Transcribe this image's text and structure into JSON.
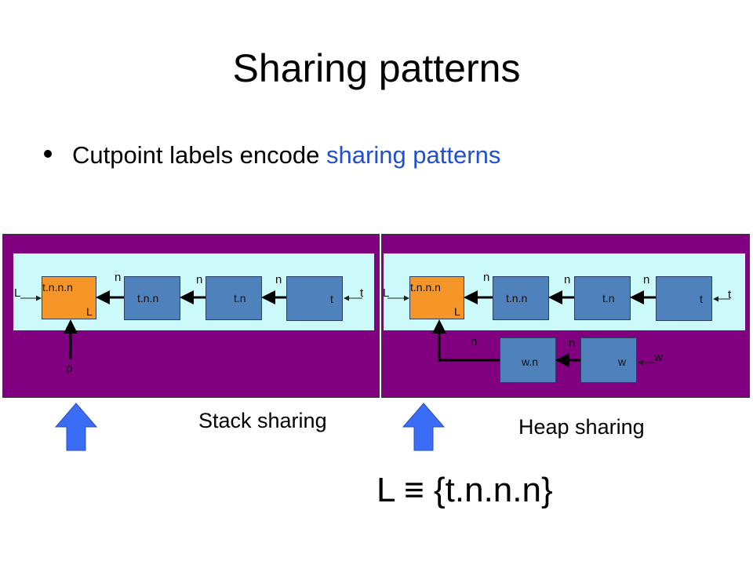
{
  "title": "Sharing patterns",
  "bullet": {
    "text": "Cutpoint labels encode ",
    "highlight": "sharing patterns",
    "highlight_color": "#2050d0"
  },
  "colors": {
    "panel": "#800080",
    "inner": "#ccfafa",
    "node_blue": "#4f81bd",
    "node_orange": "#f79628",
    "arrow_blue": "#3b6cf5"
  },
  "left_diagram": {
    "nodes": [
      {
        "top": "t.n.n.n",
        "bottom": "L"
      },
      {
        "label": "t.n.n"
      },
      {
        "label": "t.n"
      },
      {
        "label": "t"
      }
    ],
    "edge_label": "n",
    "in_label_left": "L",
    "in_label_right": "t",
    "stack_var": "ρ"
  },
  "right_diagram": {
    "nodes": [
      {
        "top": "t.n.n.n",
        "bottom": "L"
      },
      {
        "label": "t.n.n"
      },
      {
        "label": "t.n"
      },
      {
        "label": "t"
      },
      {
        "label": "w.n"
      },
      {
        "label": "w"
      }
    ],
    "edge_label": "n",
    "in_label_left": "L",
    "in_label_right": "t",
    "in_label_w": "w"
  },
  "captions": {
    "stack": "Stack sharing",
    "heap": "Heap sharing"
  },
  "formula": "L ≡ {t.n.n.n}",
  "icons": [
    "up-arrow-icon",
    "up-arrow-icon"
  ]
}
